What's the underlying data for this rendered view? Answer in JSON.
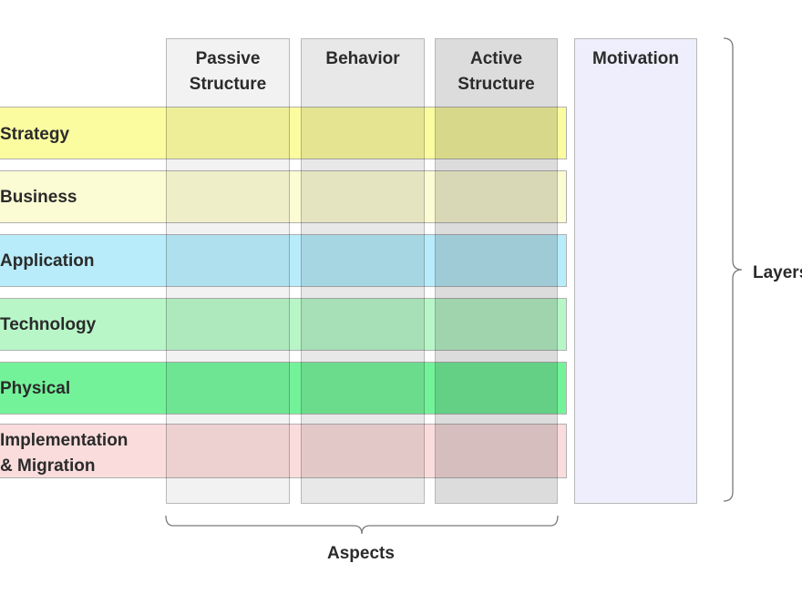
{
  "columns": [
    {
      "label": "Passive\nStructure",
      "color": "#f2f2f2"
    },
    {
      "label": "Behavior",
      "color": "#e8e8e8"
    },
    {
      "label": "Active\nStructure",
      "color": "#dcdcdc"
    },
    {
      "label": "Motivation",
      "color": "#eeeefc"
    }
  ],
  "rows": [
    {
      "label": "Strategy",
      "color": "#fbfba0"
    },
    {
      "label": "Business",
      "color": "#fbfbd4"
    },
    {
      "label": "Application",
      "color": "#b8ecfa"
    },
    {
      "label": "Technology",
      "color": "#b8f6c8"
    },
    {
      "label": "Physical",
      "color": "#74f29a"
    },
    {
      "label": "Implementation\n& Migration",
      "color": "#fadcdc"
    }
  ],
  "axes": {
    "aspects_label": "Aspects",
    "layers_label": "Layers"
  }
}
